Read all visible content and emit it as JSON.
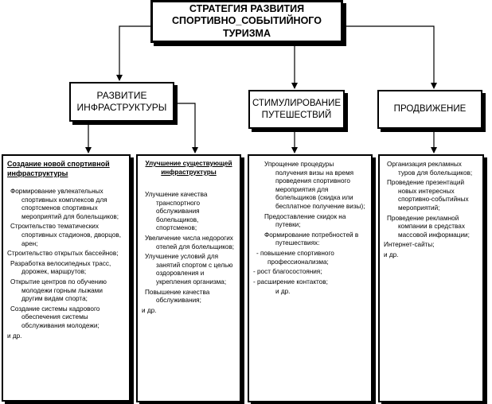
{
  "top": {
    "line1": "СТРАТЕГИЯ РАЗВИТИЯ",
    "line2": "СПОРТИВНО_СОБЫТИЙНОГО ТУРИЗМА"
  },
  "branches": {
    "infra": {
      "line1": "РАЗВИТИЕ",
      "line2": "ИНФРАСТРУКТУРЫ"
    },
    "stim": {
      "line1": "СТИМУЛИРОВАНИЕ",
      "line2": "ПУТЕШЕСТВИЙ"
    },
    "prom": {
      "line1": "ПРОДВИЖЕНИЕ"
    }
  },
  "col_new": {
    "title": "Создание новой спортивной инфраструктуры",
    "items": [
      "Формирование  увлекательных спортивных комплексов для спортсменов спортивных мероприятий для болельщиков;",
      "Строительство тематических спортивных стадионов, дворцов, арен;",
      "Строительство открытых бассейнов;",
      "Разработка велосипедных трасс, дорожек, маршрутов;",
      "Открытие центров по обучению молодежи горным лыжами другим видам спорта;",
      "Создание системы кадрового обеспечения системы обслуживания молодежи;",
      "и др."
    ]
  },
  "col_improve": {
    "title": "Улучшение существующей инфраструктуры",
    "items": [
      "Улучшение качества транспортного обслуживания болельщиков,  спортсменов;",
      "Увеличение числа недорогих отелей для болельщиков;",
      "Улучшение условий для занятий спортом с целью оздоровления и укрепления организма;",
      "Повышение качества обслуживания;",
      "и др."
    ]
  },
  "col_stim": {
    "items": [
      "Упрощение процедуры получения визы на время проведения спортивного мероприятия для болельщиков (скидка или бесплатное получение визы);",
      "Предоставление скидок на путевки;",
      "Формирование потребностей  в путешествиях:",
      "- повышение спортивного профессионализма;",
      "- рост благосостояния;",
      "- расширение контактов;",
      "и др."
    ]
  },
  "col_prom": {
    "items": [
      "Организация рекламных туров для болельщиков;",
      "Проведение презентаций новых интересных спортивно-событийных мероприятий;",
      "Проведение рекламной компании в средствах массовой информации;",
      "Интернет-сайты;",
      "и др."
    ]
  }
}
